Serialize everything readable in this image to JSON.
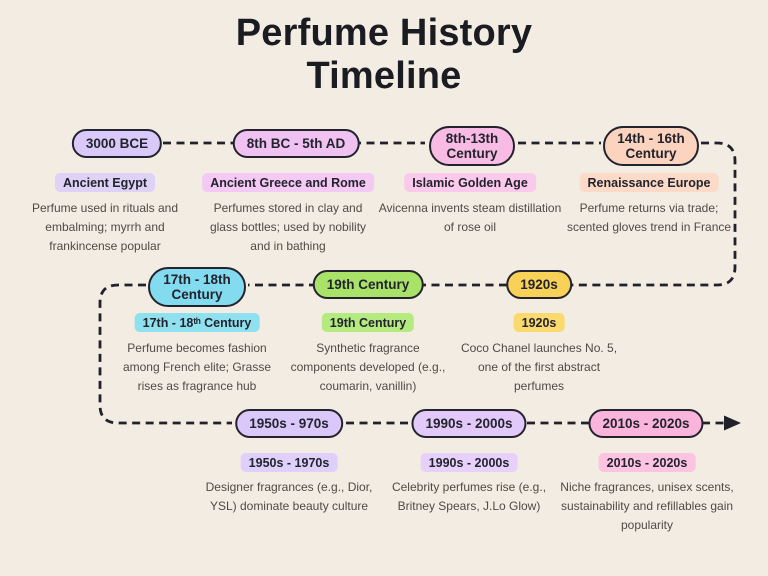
{
  "title": "Perfume History Timeline",
  "colors": {
    "background": "#f2ece2",
    "line": "#21212b",
    "heading_text": "#1b1b22",
    "body_text": "#4e4b45"
  },
  "events": [
    {
      "node_label": "3000 BCE",
      "badge_label": "Ancient Egypt",
      "description": "Perfume used in rituals and embalming; myrrh and frankincense popular",
      "pill_color": "#d9c9f8",
      "badge_color": "#ded2f7"
    },
    {
      "node_label": "8th BC - 5th AD",
      "badge_label": "Ancient Greece and Rome",
      "description": "Perfumes stored in clay and glass bottles; used by nobility and in bathing",
      "pill_color": "#efc2f2",
      "badge_color": "#f4c9f3"
    },
    {
      "node_label": "8th-13th Century",
      "badge_label": "Islamic Golden Age",
      "description": "Avicenna invents steam distillation of rose oil",
      "pill_color": "#f8bce4",
      "badge_color": "#fbc9ec"
    },
    {
      "node_label": "14th - 16th Century",
      "badge_label": "Renaissance Europe",
      "description": "Perfume returns via trade; scented gloves trend in France",
      "pill_color": "#fbd3be",
      "badge_color": "#fcdac8"
    },
    {
      "node_label": "17th - 18th Century",
      "badge_label": "17th - 18ᵗʰ Century",
      "description": "Perfume becomes fashion among French elite; Grasse rises as fragrance hub",
      "pill_color": "#82dbee",
      "badge_color": "#90e1f0"
    },
    {
      "node_label": "19th Century",
      "badge_label": "19th Century",
      "description": "Synthetic fragrance components developed (e.g., coumarin, vanillin)",
      "pill_color": "#a9e268",
      "badge_color": "#b5ea80"
    },
    {
      "node_label": "1920s",
      "badge_label": "1920s",
      "description": "Coco Chanel launches No. 5, one of the first abstract perfumes",
      "pill_color": "#f8d158",
      "badge_color": "#fada6e"
    },
    {
      "node_label": "1950s - 970s",
      "badge_label": "1950s - 1970s",
      "description": "Designer fragrances (e.g., Dior, YSL) dominate beauty culture",
      "pill_color": "#dbc8fa",
      "badge_color": "#ded0fa"
    },
    {
      "node_label": "1990s - 2000s",
      "badge_label": "1990s - 2000s",
      "description": "Celebrity perfumes rise (e.g., Britney Spears, J.Lo Glow)",
      "pill_color": "#e2c9fa",
      "badge_color": "#e7d1fb"
    },
    {
      "node_label": "2010s - 2020s",
      "badge_label": "2010s - 2020s",
      "description": "Niche fragrances, unisex scents, sustainability and refillables gain popularity",
      "pill_color": "#fbb5dd",
      "badge_color": "#fcc3e3"
    }
  ]
}
